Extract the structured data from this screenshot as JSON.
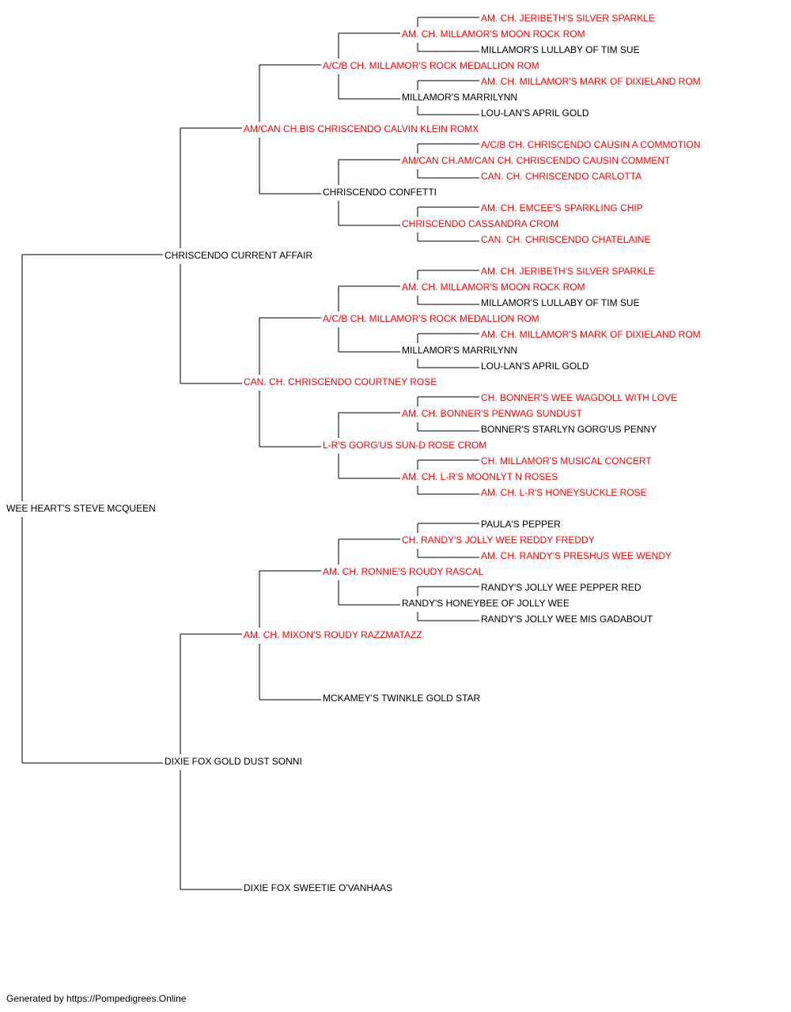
{
  "colors": {
    "champion": "#ff0000",
    "regular": "#000000",
    "line": "#333333"
  },
  "footer": "Generated by https://Pompedigrees.Online",
  "pedigree": {
    "name": "WEE HEART'S STEVE MCQUEEN",
    "champion": false,
    "sire": {
      "name": "CHRISCENDO CURRENT AFFAIR",
      "champion": false,
      "sire": {
        "name": "AM/CAN CH.BIS CHRISCENDO CALVIN KLEIN ROMX",
        "champion": true,
        "sire": {
          "name": "A/C/B CH. MILLAMOR'S ROCK MEDALLION ROM",
          "champion": true,
          "sire": {
            "name": "AM. CH. MILLAMOR'S MOON ROCK ROM",
            "champion": true,
            "sire": {
              "name": "AM. CH. JERIBETH'S SILVER SPARKLE",
              "champion": true
            },
            "dam": {
              "name": "MILLAMOR'S LULLABY OF TIM SUE",
              "champion": false
            }
          },
          "dam": {
            "name": "MILLAMOR'S MARRILYNN",
            "champion": false,
            "sire": {
              "name": "AM. CH. MILLAMOR'S MARK OF DIXIELAND ROM",
              "champion": true
            },
            "dam": {
              "name": "LOU-LAN'S APRIL GOLD",
              "champion": false
            }
          }
        },
        "dam": {
          "name": "CHRISCENDO CONFETTI",
          "champion": false,
          "sire": {
            "name": "AM/CAN CH.AM/CAN CH. CHRISCENDO CAUSIN COMMENT",
            "champion": true,
            "sire": {
              "name": "A/C/B CH. CHRISCENDO CAUSIN A COMMOTION",
              "champion": true
            },
            "dam": {
              "name": "CAN. CH. CHRISCENDO CARLOTTA",
              "champion": true
            }
          },
          "dam": {
            "name": "CHRISCENDO CASSANDRA CROM",
            "champion": true,
            "sire": {
              "name": "AM. CH. EMCEE'S SPARKLING CHIP",
              "champion": true
            },
            "dam": {
              "name": "CAN. CH. CHRISCENDO CHATELAINE",
              "champion": true
            }
          }
        }
      },
      "dam": {
        "name": "CAN. CH. CHRISCENDO COURTNEY ROSE",
        "champion": true,
        "sire": {
          "name": "A/C/B CH. MILLAMOR'S ROCK MEDALLION ROM",
          "champion": true,
          "sire": {
            "name": "AM. CH. MILLAMOR'S MOON ROCK ROM",
            "champion": true,
            "sire": {
              "name": "AM. CH. JERIBETH'S SILVER SPARKLE",
              "champion": true
            },
            "dam": {
              "name": "MILLAMOR'S LULLABY OF TIM SUE",
              "champion": false
            }
          },
          "dam": {
            "name": "MILLAMOR'S MARRILYNN",
            "champion": false,
            "sire": {
              "name": "AM. CH. MILLAMOR'S MARK OF DIXIELAND ROM",
              "champion": true
            },
            "dam": {
              "name": "LOU-LAN'S APRIL GOLD",
              "champion": false
            }
          }
        },
        "dam": {
          "name": "L-R'S GORG'US SUN-D ROSE CROM",
          "champion": true,
          "sire": {
            "name": "AM. CH. BONNER'S PENWAG SUNDUST",
            "champion": true,
            "sire": {
              "name": "CH. BONNER'S WEE WAGDOLL WITH LOVE",
              "champion": true
            },
            "dam": {
              "name": "BONNER'S STARLYN GORG'US PENNY",
              "champion": false
            }
          },
          "dam": {
            "name": "AM. CH. L-R'S MOONLYT N ROSES",
            "champion": true,
            "sire": {
              "name": "CH. MILLAMOR'S MUSICAL CONCERT",
              "champion": true
            },
            "dam": {
              "name": "AM. CH. L-R'S HONEYSUCKLE ROSE",
              "champion": true
            }
          }
        }
      }
    },
    "dam": {
      "name": "DIXIE FOX GOLD DUST SONNI",
      "champion": false,
      "sire": {
        "name": "AM. CH. MIXON'S ROUDY RAZZMATAZZ",
        "champion": true,
        "sire": {
          "name": "AM. CH. RONNIE'S ROUDY RASCAL",
          "champion": true,
          "sire": {
            "name": "CH. RANDY'S JOLLY WEE REDDY FREDDY",
            "champion": true,
            "sire": {
              "name": "PAULA'S PEPPER",
              "champion": false
            },
            "dam": {
              "name": "AM. CH. RANDY'S PRESHUS WEE WENDY",
              "champion": true
            }
          },
          "dam": {
            "name": "RANDY'S HONEYBEE OF JOLLY WEE",
            "champion": false,
            "sire": {
              "name": "RANDY'S JOLLY WEE PEPPER RED",
              "champion": false
            },
            "dam": {
              "name": "RANDY'S JOLLY WEE MIS GADABOUT",
              "champion": false
            }
          }
        },
        "dam": {
          "name": "MCKAMEY'S TWINKLE GOLD STAR",
          "champion": false
        }
      },
      "dam": {
        "name": "DIXIE FOX SWEETIE O'VANHAAS",
        "champion": false
      }
    }
  }
}
